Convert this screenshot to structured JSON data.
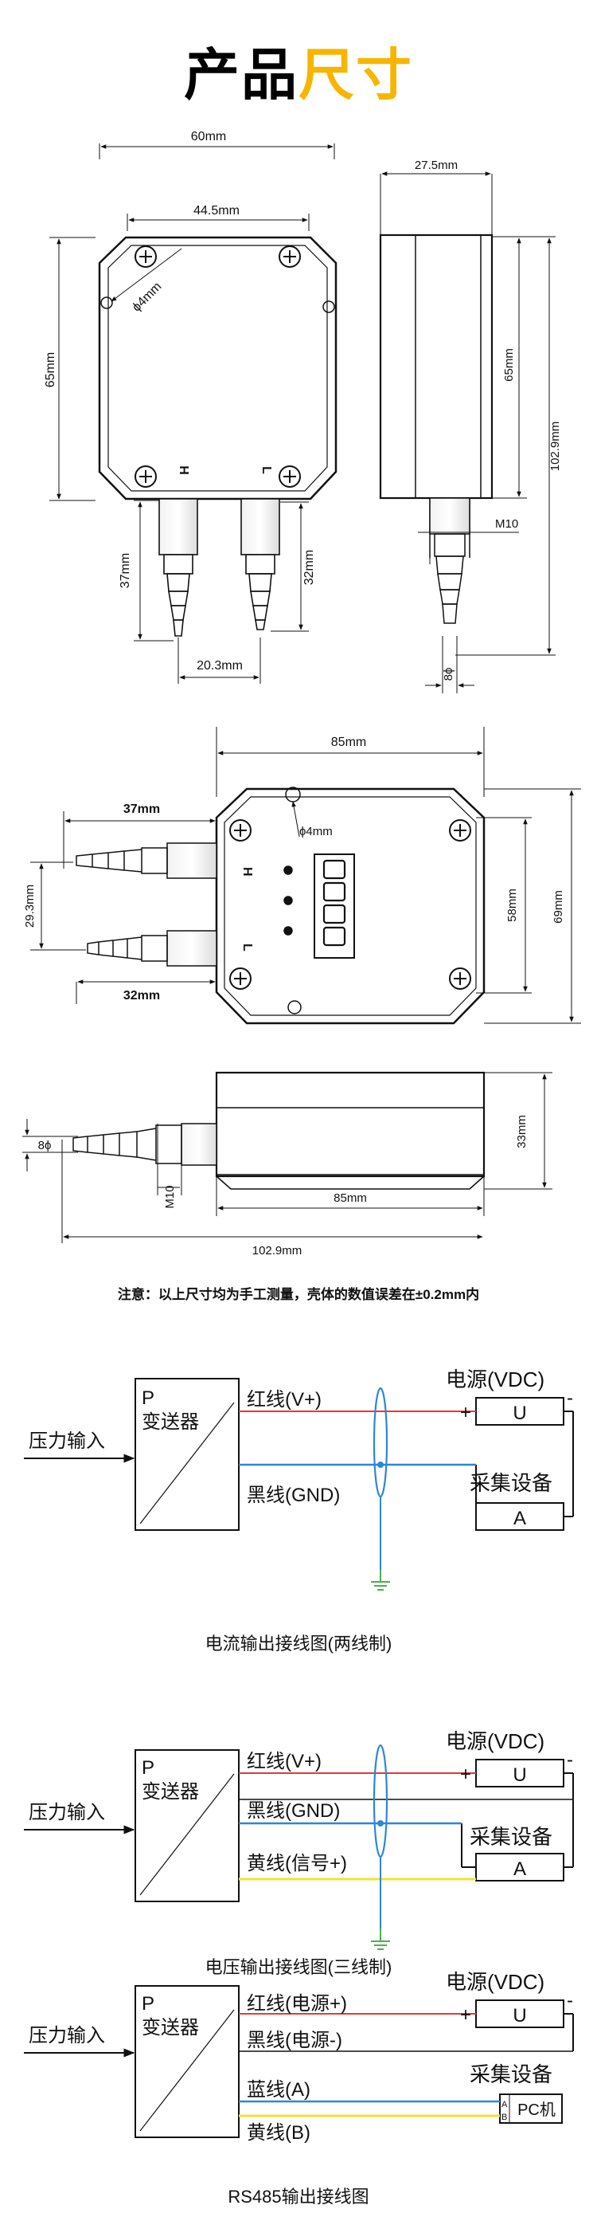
{
  "title": {
    "part1": "产品",
    "part2": "尺寸",
    "accent_color": "#f7b500"
  },
  "drawing1": {
    "width": "60mm",
    "inner_width": "44.5mm",
    "height": "65mm",
    "hole": "ϕ4mm",
    "port_length": "37mm",
    "port_length2": "32mm",
    "port_spacing": "20.3mm",
    "label_h": "H",
    "label_l": "L",
    "side_depth": "27.5mm",
    "side_height": "65mm",
    "total_height": "102.9mm",
    "thread": "M10",
    "tube": "8ϕ"
  },
  "drawing2": {
    "width": "85mm",
    "port_long": "37mm",
    "port_short": "32mm",
    "port_spacing": "29.3mm",
    "hole": "ϕ4mm",
    "label_h": "H",
    "label_l": "L",
    "inner_height": "58mm",
    "outer_height": "69mm"
  },
  "drawing3": {
    "tube": "8ϕ",
    "thread": "M10",
    "body_length": "85mm",
    "height": "33mm",
    "total_length": "102.9mm"
  },
  "note": "注意：以上尺寸均为手工测量，壳体的数值误差在±0.2mm内",
  "wiring1": {
    "input": "压力输入",
    "device_p": "P",
    "device_name": "变送器",
    "wire1": "红线(V+)",
    "wire2": "黑线(GND)",
    "power": "电源(VDC)",
    "power_box": "U",
    "plus": "+",
    "minus": "-",
    "collector": "采集设备",
    "collector_box": "A",
    "caption": "电流输出接线图(两线制)"
  },
  "wiring2": {
    "input": "压力输入",
    "device_p": "P",
    "device_name": "变送器",
    "wire1": "红线(V+)",
    "wire2": "黑线(GND)",
    "wire3": "黄线(信号+)",
    "power": "电源(VDC)",
    "power_box": "U",
    "plus": "+",
    "minus": "-",
    "collector": "采集设备",
    "collector_box": "A",
    "caption": "电压输出接线图(三线制)"
  },
  "wiring3": {
    "input": "压力输入",
    "device_p": "P",
    "device_name": "变送器",
    "wire1": "红线(电源+)",
    "wire2": "黑线(电源-)",
    "wire3": "蓝线(A)",
    "wire4": "黄线(B)",
    "power": "电源(VDC)",
    "power_box": "U",
    "plus": "+",
    "minus": "-",
    "collector": "采集设备",
    "collector_box": "PC机",
    "pin_a": "A",
    "pin_b": "B",
    "caption": "RS485输出接线图"
  },
  "colors": {
    "red": "#e53935",
    "blue": "#2f86d6",
    "yellow": "#f2e23a",
    "black": "#111111",
    "green": "#4caf50"
  }
}
